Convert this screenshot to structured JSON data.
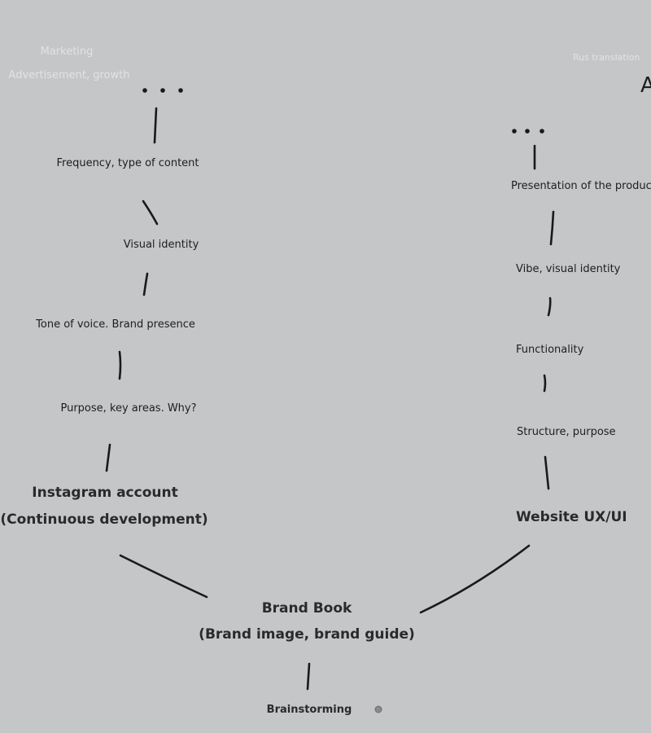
{
  "corner": {
    "left_line1": "Marketing",
    "left_line2": "Advertisement, growth",
    "right_label": "Rus translation",
    "right_edge_glyph": "A"
  },
  "left_branch": {
    "ellipsis": "...",
    "items": [
      "Frequency, type of content",
      "Visual identity",
      "Tone of voice. Brand presence",
      "Purpose, key areas. Why?"
    ],
    "title_line1": "Instagram account",
    "title_line2": "(Continuous development)"
  },
  "right_branch": {
    "ellipsis": "...",
    "items": [
      "Presentation of the product",
      "Vibe, visual identity",
      "Functionality",
      "Structure, purpose"
    ],
    "title": "Website UX/UI"
  },
  "root": {
    "title_line1": "Brand Book",
    "title_line2": "(Brand image, brand guide)",
    "base": "Brainstorming"
  },
  "colors": {
    "background": "#c5c6c7",
    "ink": "#1e1e1e",
    "faint_text": "#e3e3e3"
  }
}
